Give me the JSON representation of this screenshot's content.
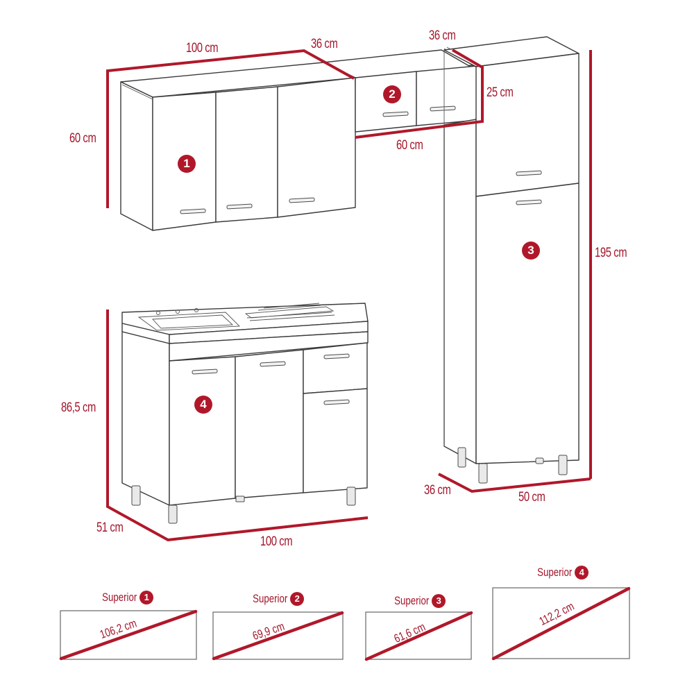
{
  "colors": {
    "dimension_red": "#b0182a",
    "label_red": "#a3152a",
    "outline": "#3a3a3a",
    "background": "#ffffff"
  },
  "modules": [
    {
      "id": 1,
      "badge": "1",
      "name": "upper-wall-cabinet",
      "doors": 3,
      "dimensions": {
        "width": "100 cm",
        "depth": "36 cm",
        "height": "60 cm"
      }
    },
    {
      "id": 2,
      "badge": "2",
      "name": "upper-small-cabinet",
      "doors": 2,
      "dimensions": {
        "width": "60 cm",
        "depth": "36 cm",
        "height": "25 cm"
      }
    },
    {
      "id": 3,
      "badge": "3",
      "name": "tall-pantry-cabinet",
      "doors": 2,
      "dimensions": {
        "width": "50 cm",
        "depth": "36 cm",
        "height": "195 cm"
      }
    },
    {
      "id": 4,
      "badge": "4",
      "name": "sink-base-cabinet",
      "doors": 3,
      "drawers": 1,
      "dimensions": {
        "width": "100 cm",
        "depth": "51 cm",
        "height": "86,5 cm"
      }
    }
  ],
  "labels": {
    "m1_width": "100 cm",
    "m1_depth": "36 cm",
    "m1_height": "60 cm",
    "m2_depth": "36 cm",
    "m2_height": "25 cm",
    "m2_width": "60 cm",
    "m3_height": "195 cm",
    "m3_depth": "36 cm",
    "m3_width": "50 cm",
    "m4_height": "86,5 cm",
    "m4_depth": "51 cm",
    "m4_width": "100 cm"
  },
  "top_views": [
    {
      "title": "Superior",
      "badge": "1",
      "diagonal": "106,2 cm"
    },
    {
      "title": "Superior",
      "badge": "2",
      "diagonal": "69,9 cm"
    },
    {
      "title": "Superior",
      "badge": "3",
      "diagonal": "61,6 cm"
    },
    {
      "title": "Superior",
      "badge": "4",
      "diagonal": "112,2 cm"
    }
  ]
}
